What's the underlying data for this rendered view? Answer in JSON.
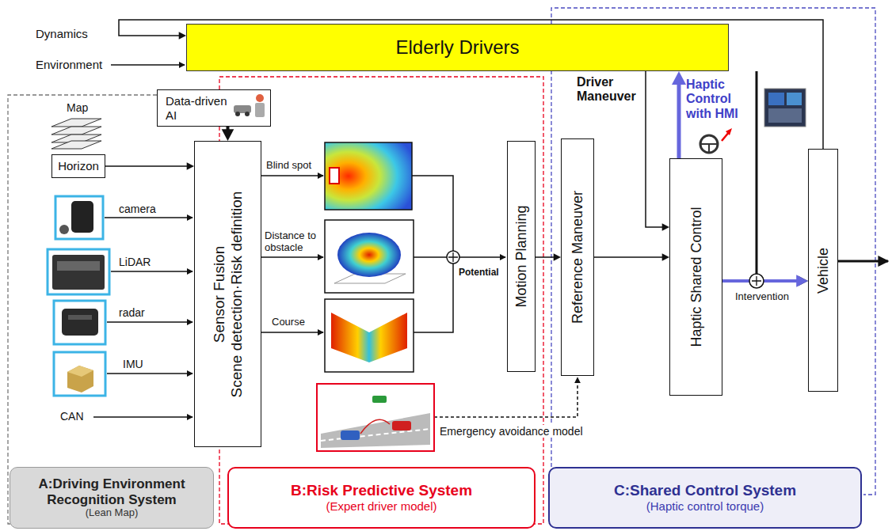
{
  "diagram": {
    "nodes": [
      {
        "text": [
          "Elderly Drivers"
        ]
      },
      {
        "text": [
          "Data-driven AI"
        ]
      },
      {
        "text": [
          "Horizon"
        ]
      },
      {
        "text": [
          "Sensor Fusion",
          "Scene detection·Risk definition"
        ]
      },
      {
        "text": [
          "Motion Planning"
        ]
      },
      {
        "text": [
          "Reference Maneuver"
        ]
      },
      {
        "text": [
          "Haptic Shared Control"
        ]
      },
      {
        "text": [
          "Vehicle"
        ]
      },
      {
        "text": [
          "A:Driving Environment Recognition System",
          "(Lean Map)"
        ]
      },
      {
        "text": [
          "B:Risk Predictive System",
          "(Expert driver model)"
        ]
      },
      {
        "text": [
          "C:Shared Control System",
          "(Haptic control torque)"
        ]
      }
    ],
    "edges": [
      {
        "from": 1,
        "to": 3,
        "arrow": "to"
      },
      {
        "from": 2,
        "to": 3,
        "arrow": "to"
      },
      {
        "from": 4,
        "to": 5,
        "arrow": "to"
      },
      {
        "from": 5,
        "to": 6,
        "arrow": "to"
      },
      {
        "from": 0,
        "to": 6,
        "label": "Driver Maneuver",
        "arrow": "to"
      },
      {
        "from": 6,
        "to": 0,
        "label": "Haptic Control with HMI",
        "arrow": "to"
      },
      {
        "from": 0,
        "to": 7,
        "arrow": "to"
      },
      {
        "from": 6,
        "to": 7,
        "label": "Intervention",
        "arrow": "to"
      },
      {
        "from": 7,
        "to": 0,
        "arrow": "to"
      }
    ],
    "labels": [
      "Dynamics",
      "Environment",
      "Map",
      "camera",
      "LiDAR",
      "radar",
      "IMU",
      "CAN",
      "Blind spot",
      "Distance to obstacle",
      "Course",
      "Potential",
      "Emergency avoidance model"
    ]
  }
}
